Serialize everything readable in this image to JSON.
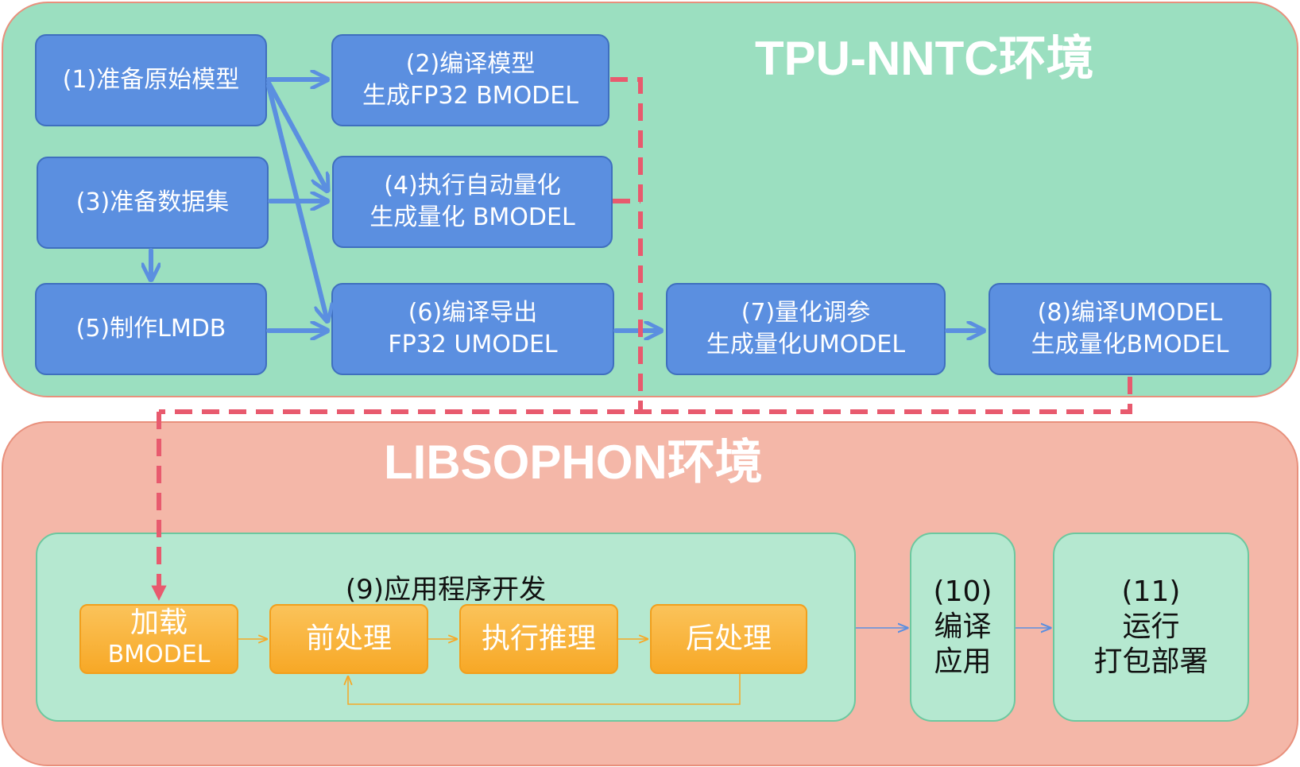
{
  "tpu_region": {
    "title": "TPU-NNTC环境"
  },
  "libsophon_region": {
    "title": "LIBSOPHON环境"
  },
  "steps": {
    "s1": {
      "lines": [
        "(1)准备原始模型"
      ]
    },
    "s2": {
      "lines": [
        "(2)编译模型",
        "生成FP32 BMODEL"
      ]
    },
    "s3": {
      "lines": [
        "(3)准备数据集"
      ]
    },
    "s4": {
      "lines": [
        "(4)执行自动量化",
        "生成量化 BMODEL"
      ]
    },
    "s5": {
      "lines": [
        "(5)制作LMDB"
      ]
    },
    "s6": {
      "lines": [
        "(6)编译导出",
        "FP32 UMODEL"
      ]
    },
    "s7": {
      "lines": [
        "(7)量化调参",
        "生成量化UMODEL"
      ]
    },
    "s8": {
      "lines": [
        "(8)编译UMODEL",
        "生成量化BMODEL"
      ]
    }
  },
  "app_dev": {
    "title": "(9)应用程序开发",
    "stages": [
      {
        "lines": [
          "加载",
          "BMODEL"
        ]
      },
      {
        "lines": [
          "前处理"
        ]
      },
      {
        "lines": [
          "执行推理"
        ]
      },
      {
        "lines": [
          "后处理"
        ]
      }
    ]
  },
  "compile_app": {
    "lines": [
      "(10)",
      "编译",
      "应用"
    ]
  },
  "run_deploy": {
    "lines": [
      "(11)",
      "运行",
      "打包部署"
    ]
  },
  "colors": {
    "tpu_bg": "#9bdfc0",
    "lib_bg": "#f4b7a8",
    "step_box": "#5b8fe0",
    "stage_box": "#f7a826",
    "dashed_connector": "#e85a6e",
    "blue_arrow": "#5b8fe0",
    "orange_arrow": "#f7a826"
  }
}
